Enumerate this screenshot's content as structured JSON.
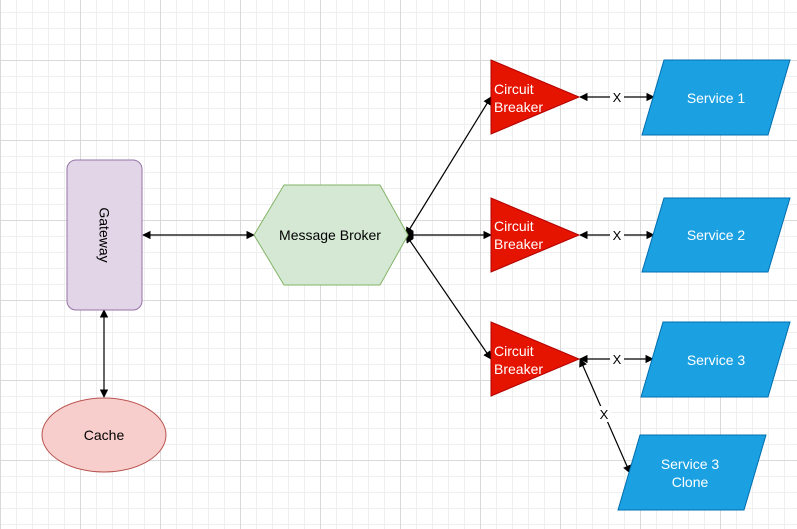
{
  "nodes": {
    "gateway": "Gateway",
    "cache": "Cache",
    "broker": "Message Broker",
    "cb1_line1": "Circuit",
    "cb1_line2": "Breaker",
    "cb2_line1": "Circuit",
    "cb2_line2": "Breaker",
    "cb3_line1": "Circuit",
    "cb3_line2": "Breaker",
    "service1": "Service 1",
    "service2": "Service 2",
    "service3": "Service 3",
    "service3_clone_line1": "Service 3",
    "service3_clone_line2": "Clone"
  },
  "edge_labels": {
    "cb1_service1": "X",
    "cb2_service2": "X",
    "cb3_service3": "X",
    "cb3_clone": "X"
  },
  "colors": {
    "gateway_fill": "#e1d5e7",
    "gateway_stroke": "#9673a6",
    "cache_fill": "#f8cecc",
    "cache_stroke": "#b85450",
    "broker_fill": "#d5e8d4",
    "broker_stroke": "#82b366",
    "breaker_fill": "#e51400",
    "breaker_stroke": "#b20000",
    "service_fill": "#1ba1e2",
    "service_stroke": "#006eaf"
  }
}
